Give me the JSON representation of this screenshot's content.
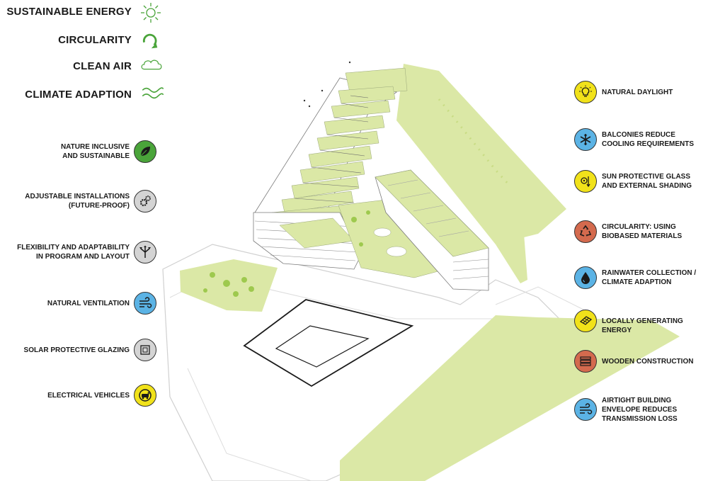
{
  "colors": {
    "green": "#4aa43a",
    "grey": "#d4d4d4",
    "blue": "#5bb3e5",
    "yellow": "#f1e21a",
    "terracotta": "#d46a4e",
    "lime": "#dbe8a6",
    "lime_dark": "#c9dc85"
  },
  "headers": [
    {
      "text": "SUSTAINABLE ENERGY",
      "icon": "sun-icon"
    },
    {
      "text": "CIRCULARITY",
      "icon": "circular-arrow-icon"
    },
    {
      "text": "CLEAN AIR",
      "icon": "cloud-icon"
    },
    {
      "text": "CLIMATE ADAPTION",
      "icon": "waves-icon"
    }
  ],
  "left_features": [
    {
      "lines": [
        "NATURE INCLUSIVE",
        "AND SUSTAINABLE"
      ],
      "icon": "leaf-icon",
      "color": "green"
    },
    {
      "lines": [
        "ADJUSTABLE INSTALLATIONS",
        "(FUTURE-PROOF)"
      ],
      "icon": "gears-icon",
      "color": "grey"
    },
    {
      "lines": [
        "FLEXIBILITY AND ADAPTABILITY",
        "IN PROGRAM AND LAYOUT"
      ],
      "icon": "split-arrows-icon",
      "color": "grey"
    },
    {
      "lines": [
        "NATURAL VENTILATION"
      ],
      "icon": "wind-icon",
      "color": "blue"
    },
    {
      "lines": [
        "SOLAR PROTECTIVE GLAZING"
      ],
      "icon": "glazing-icon",
      "color": "grey"
    },
    {
      "lines": [
        "ELECTRICAL VEHICLES"
      ],
      "icon": "electric-car-icon",
      "color": "yellow"
    }
  ],
  "right_features": [
    {
      "lines": [
        "NATURAL DAYLIGHT"
      ],
      "icon": "lightbulb-icon",
      "color": "yellow"
    },
    {
      "lines": [
        "BALCONIES REDUCE",
        "COOLING REQUIREMENTS"
      ],
      "icon": "snowflake-icon",
      "color": "blue"
    },
    {
      "lines": [
        "SUN PROTECTIVE GLASS",
        "AND EXTERNAL SHADING"
      ],
      "icon": "shading-icon",
      "color": "yellow"
    },
    {
      "lines": [
        "CIRCULARITY: USING",
        "BIOBASED MATERIALS"
      ],
      "icon": "recycle-icon",
      "color": "terracotta"
    },
    {
      "lines": [
        "RAINWATER COLLECTION /",
        "CLIMATE ADAPTION"
      ],
      "icon": "water-drop-icon",
      "color": "blue"
    },
    {
      "lines": [
        "LOCALLY GENERATING ENERGY"
      ],
      "icon": "solar-panel-icon",
      "color": "yellow"
    },
    {
      "lines": [
        "WOODEN CONSTRUCTION"
      ],
      "icon": "timber-icon",
      "color": "terracotta"
    },
    {
      "lines": [
        "AIRTIGHT BUILDING",
        "ENVELOPE REDUCES",
        "TRANSMISSION LOSS"
      ],
      "icon": "wind-icon",
      "color": "blue"
    }
  ]
}
